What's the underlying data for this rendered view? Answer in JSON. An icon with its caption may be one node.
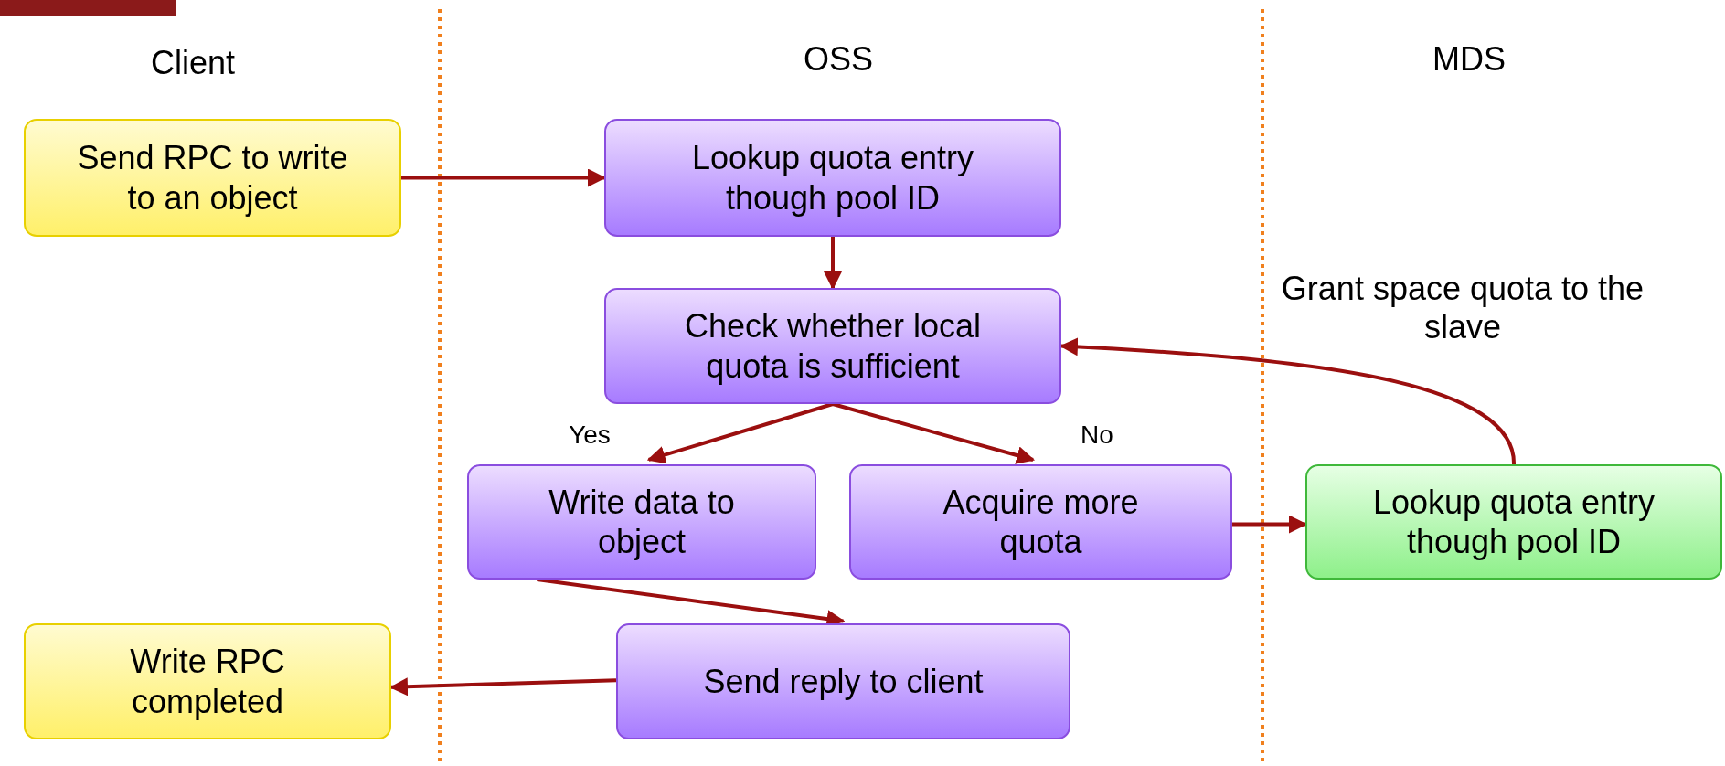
{
  "diagram": {
    "nodes": [
      {
        "text": [
          "Send RPC to write to an object"
        ]
      },
      {
        "text": [
          "Lookup quota entry though pool ID"
        ]
      },
      {
        "text": [
          "Check whether local quota is sufficient"
        ]
      },
      {
        "text": [
          "Write data to object"
        ]
      },
      {
        "text": [
          "Acquire more quota"
        ]
      },
      {
        "text": [
          "Lookup quota entry though pool ID"
        ]
      },
      {
        "text": [
          "Send reply to client"
        ]
      },
      {
        "text": [
          "Write RPC completed"
        ]
      }
    ],
    "edges": [
      {
        "from": 0,
        "to": 1,
        "arrow": "to"
      },
      {
        "from": 1,
        "to": 2,
        "arrow": "to"
      },
      {
        "from": 2,
        "to": 3,
        "arrow": "to",
        "label": "Yes"
      },
      {
        "from": 2,
        "to": 4,
        "arrow": "to",
        "label": "No"
      },
      {
        "from": 4,
        "to": 5,
        "arrow": "to"
      },
      {
        "from": 5,
        "to": 2,
        "arrow": "to",
        "label": "Grant space quota to the slave"
      },
      {
        "from": 3,
        "to": 6,
        "arrow": "to"
      },
      {
        "from": 6,
        "to": 7,
        "arrow": "to"
      }
    ],
    "labels": [
      "Client",
      "OSS",
      "MDS"
    ]
  }
}
